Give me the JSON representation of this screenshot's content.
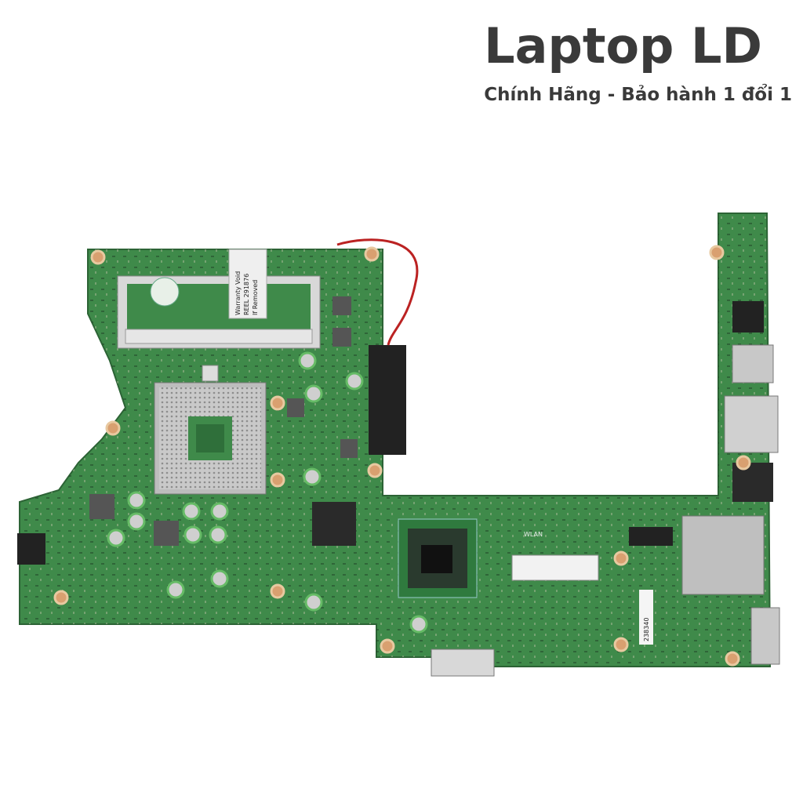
{
  "header": {
    "brand": "Laptop LD",
    "tagline": "Chính Hãng - Bảo hành 1 đổi 1"
  },
  "board_labels": {
    "sticker_line1": "Warranty Void",
    "sticker_line2": "REEL 291876",
    "sticker_line3": "If Removed",
    "wlan": "WLAN",
    "serial": "238340"
  },
  "colors": {
    "pcb": "#3f8a4a",
    "pcb_dark": "#2f6f3a",
    "text": "#3a3a3a"
  }
}
